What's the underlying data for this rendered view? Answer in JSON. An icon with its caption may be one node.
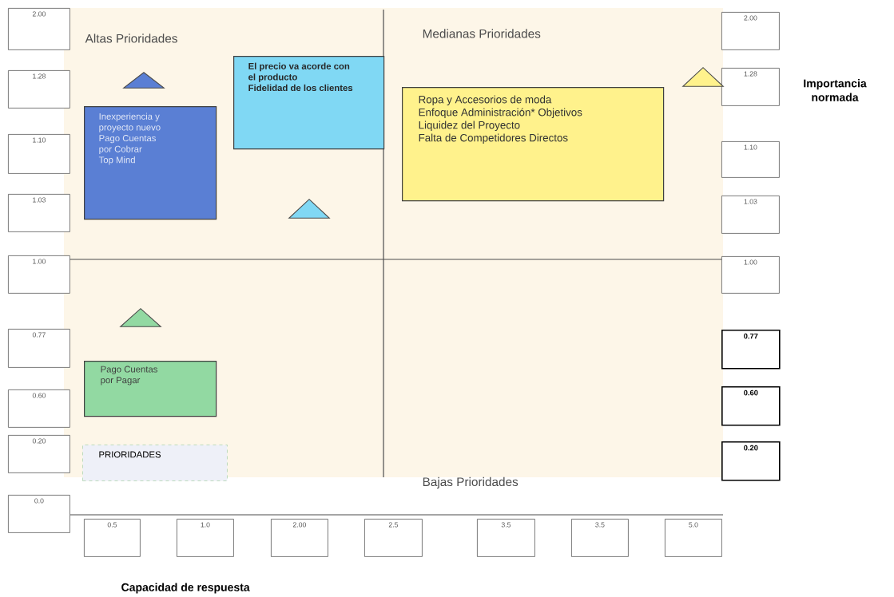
{
  "diagram": {
    "nodes": [
      {
        "text": [
          "2.00"
        ]
      },
      {
        "text": [
          "1.28"
        ]
      },
      {
        "text": [
          "1.10"
        ]
      },
      {
        "text": [
          "1.03"
        ]
      },
      {
        "text": [
          "1.00"
        ]
      },
      {
        "text": [
          "0.77"
        ]
      },
      {
        "text": [
          "0.60"
        ]
      },
      {
        "text": [
          "0.20"
        ]
      },
      {
        "text": [
          "0.0"
        ]
      },
      {
        "text": [
          "2.00"
        ]
      },
      {
        "text": [
          "1.28"
        ]
      },
      {
        "text": [
          "1.10"
        ]
      },
      {
        "text": [
          "1.03"
        ]
      },
      {
        "text": [
          "1.00"
        ]
      },
      {
        "text": [
          "0.77"
        ]
      },
      {
        "text": [
          "0.60"
        ]
      },
      {
        "text": [
          "0.20"
        ]
      },
      {
        "text": [
          "Inexperiencia y proyecto nuevo",
          "Pago Cuentas por Cobrar",
          "Top Mind"
        ]
      },
      {
        "text": [
          "El precio va acorde con el producto",
          "Fidelidad de los clientes"
        ]
      },
      {
        "text": [
          "Ropa y Accesorios de moda",
          "Enfoque Administración* Objetivos",
          "Liquidez del Proyecto",
          "Falta de Competidores Directos"
        ]
      },
      {
        "text": [
          "Pago Cuentas por Pagar"
        ]
      },
      {
        "text": [
          "PRIORIDADES"
        ]
      },
      {
        "text": [
          "0.5"
        ]
      },
      {
        "text": [
          "1.0"
        ]
      },
      {
        "text": [
          "2.00"
        ]
      },
      {
        "text": [
          "2.5"
        ]
      },
      {
        "text": [
          "3.5"
        ]
      },
      {
        "text": [
          "3.5"
        ]
      },
      {
        "text": [
          "5.0"
        ]
      },
      {
        "text": [],
        "shape": "triangle"
      },
      {
        "text": [],
        "shape": "triangle"
      },
      {
        "text": [],
        "shape": "triangle"
      },
      {
        "text": [],
        "shape": "triangle"
      }
    ],
    "labels": [
      "Altas Prioridades",
      "Medianas Prioridades",
      "Importancia normada",
      "Bajas Prioridades",
      "Capacidad de respuesta"
    ]
  }
}
